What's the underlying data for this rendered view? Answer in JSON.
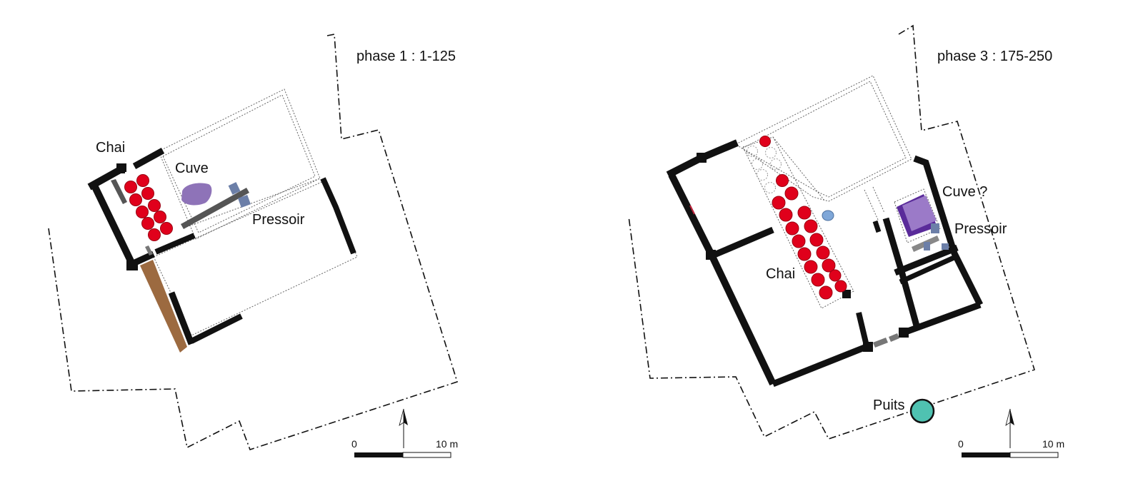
{
  "plans": [
    {
      "title": "phase 1 : 1-125",
      "labels": {
        "chai": "Chai",
        "cuve": "Cuve",
        "pressoir": "Pressoir"
      },
      "scale": {
        "start": "0",
        "end": "10 m"
      }
    },
    {
      "title": "phase 3 : 175-250",
      "labels": {
        "chai": "Chai",
        "cuve": "Cuve ?",
        "pressoir": "Pressoir",
        "puits": "Puits"
      },
      "scale": {
        "start": "0",
        "end": "10 m"
      }
    }
  ],
  "colors": {
    "dolium": "#e0001b",
    "cuve": "#8e73b8",
    "cuve_dark": "#5a2b9a",
    "pressoir": "#6c7fa8",
    "well": "#4fc2b1",
    "wall": "#111111",
    "brown_wall": "#9c6a40"
  }
}
